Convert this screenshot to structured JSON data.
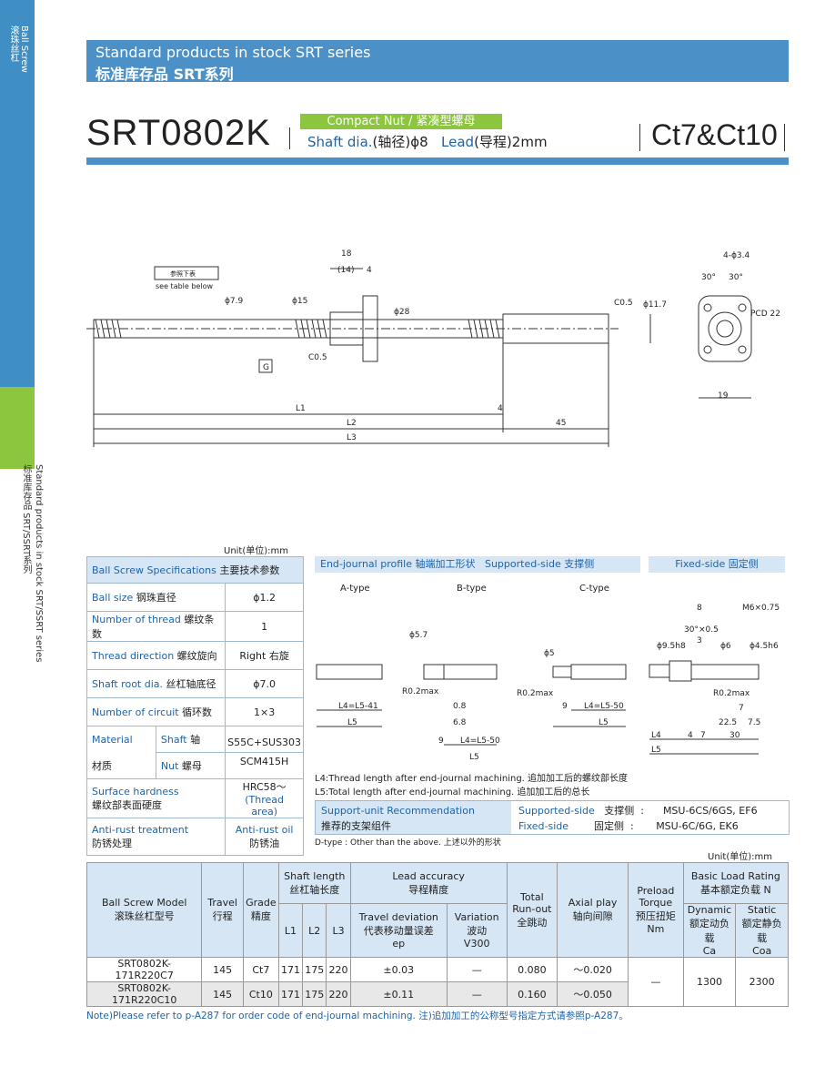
{
  "side": {
    "top_label_en": "Ball Screw",
    "top_label_zh": "滚珠丝杠",
    "mid_label_en": "Standard products in stock  SRT/SSRT series",
    "mid_label_zh": "标准库存品  SRT/SSRT系列"
  },
  "banner": {
    "title_en": "Standard products in stock SRT series",
    "title_zh": "标准库存品  SRT系列"
  },
  "header": {
    "model": "SRT0802K",
    "nut_type": "Compact Nut / 紧凑型螺母",
    "shaft_label": "Shaft dia.",
    "shaft_label_zh": "(轴径)",
    "shaft_value": "ϕ8",
    "lead_label": "Lead",
    "lead_label_zh": "(导程)",
    "lead_value": "2mm",
    "accuracy": "Ct7&Ct10"
  },
  "drawing": {
    "dims": [
      "18",
      "(14)",
      "4",
      "ϕ7.9",
      "ϕ15",
      "ϕ28",
      "C0.5",
      "C0.5",
      "ϕ11.7",
      "L1",
      "L2",
      "L3",
      "4",
      "45",
      "4-ϕ3.4",
      "30°",
      "30°",
      "PCD 22",
      "19"
    ],
    "note": "参照下表",
    "note_en": "see table below",
    "g": "G"
  },
  "spec_unit": "Unit(单位):mm",
  "specs": {
    "header_en": "Ball Screw Specifications",
    "header_zh": "主要技术参数",
    "rows": [
      {
        "en": "Ball size",
        "zh": "钢珠直径",
        "value": "ϕ1.2"
      },
      {
        "en": "Number of thread",
        "zh": "螺纹条数",
        "value": "1"
      },
      {
        "en": "Thread direction",
        "zh": "螺纹旋向",
        "value": "Right  右旋"
      },
      {
        "en": "Shaft root dia.",
        "zh": "丝杠轴底径",
        "value": "ϕ7.0"
      },
      {
        "en": "Number of circuit",
        "zh": "循环数",
        "value": "1×3"
      }
    ],
    "material": {
      "en": "Material",
      "zh": "材质",
      "shaft_en": "Shaft",
      "shaft_zh": "轴",
      "shaft_val": "S55C+SUS303",
      "nut_en": "Nut",
      "nut_zh": "螺母",
      "nut_val": "SCM415H"
    },
    "hardness": {
      "en": "Surface hardness",
      "zh": "螺纹部表面硬度",
      "val1": "HRC58～",
      "val2": "(Thread area)"
    },
    "antirust": {
      "en": "Anti-rust treatment",
      "zh": "防锈处理",
      "val_en": "Anti-rust oil",
      "val_zh": "防锈油"
    }
  },
  "journal": {
    "header": "End-journal profile  轴端加工形状",
    "supported": "Supported-side  支撑侧",
    "fixed": "Fixed-side  固定侧",
    "types": [
      "A-type",
      "B-type",
      "C-type"
    ],
    "a_labels": [
      "L4=L5-41",
      "L5"
    ],
    "b_labels": [
      "ϕ5.7",
      "R0.2max",
      "0.8",
      "6.8",
      "9",
      "L4=L5-50",
      "L5"
    ],
    "c_labels": [
      "ϕ5",
      "R0.2max",
      "9",
      "L4=L5-50",
      "L5"
    ],
    "f_labels": [
      "8",
      "M6×0.75",
      "30°×0.5",
      "3",
      "ϕ9.5h8",
      "ϕ6",
      "ϕ4.5h6",
      "R0.2max",
      "7",
      "22.5",
      "7.5",
      "4",
      "7",
      "30",
      "L4",
      "L5"
    ],
    "note1": "L4:Thread length after end-journal machining.  追加加工后的螺纹部长度",
    "note2": "L5:Total length after end-journal machining.  追加加工后的总长",
    "support_title_en": "Support-unit Recommendation",
    "support_title_zh": "推荐的支架组件",
    "support_rows": [
      {
        "en": "Supported-side",
        "zh": "支撑侧",
        "val": "MSU-6CS/6GS, EF6"
      },
      {
        "en": "Fixed-side",
        "zh": "固定侧",
        "val": "MSU-6C/6G, EK6"
      }
    ],
    "dtype": "D-type : Other than the above.  上述以外的形状"
  },
  "table_unit": "Unit(单位):mm",
  "table": {
    "h_model_en": "Ball Screw Model",
    "h_model_zh": "滚珠丝杠型号",
    "h_travel_en": "Travel",
    "h_travel_zh": "行程",
    "h_grade_en": "Grade",
    "h_grade_zh": "精度",
    "h_shaft_en": "Shaft length",
    "h_shaft_zh": "丝杠轴长度",
    "h_l1": "L1",
    "h_l2": "L2",
    "h_l3": "L3",
    "h_lead_en": "Lead accuracy",
    "h_lead_zh": "导程精度",
    "h_dev_en": "Travel deviation",
    "h_dev_zh": "代表移动量误差",
    "h_dev_sym": "ep",
    "h_var_en": "Variation",
    "h_var_zh": "波动",
    "h_var_sym": "V300",
    "h_runout_en": "Total Run-out",
    "h_runout_zh": "全跳动",
    "h_axial_en": "Axial play",
    "h_axial_zh": "轴向间隙",
    "h_preload_en": "Preload Torque",
    "h_preload_zh": "预压扭矩",
    "h_preload_unit": "Nm",
    "h_load_en": "Basic Load Rating",
    "h_load_zh": "基本额定负载  N",
    "h_dyn_en": "Dynamic",
    "h_dyn_zh": "额定动负载",
    "h_dyn_sym": "Ca",
    "h_sta_en": "Static",
    "h_sta_zh": "额定静负载",
    "h_sta_sym": "Coa",
    "rows": [
      {
        "model": "SRT0802K-171R220C7",
        "travel": "145",
        "grade": "Ct7",
        "l1": "171",
        "l2": "175",
        "l3": "220",
        "dev": "±0.03",
        "var": "—",
        "runout": "0.080",
        "axial": "～0.020"
      },
      {
        "model": "SRT0802K-171R220C10",
        "travel": "145",
        "grade": "Ct10",
        "l1": "171",
        "l2": "175",
        "l3": "220",
        "dev": "±0.11",
        "var": "—",
        "runout": "0.160",
        "axial": "～0.050"
      }
    ],
    "preload": "—",
    "dynamic": "1300",
    "static": "2300"
  },
  "footnote": "Note)Please refer to p-A287 for order code of end-journal machining.  注)追加加工的公称型号指定方式请参照p-A287。",
  "colors": {
    "brand_blue": "#4b90c6",
    "brand_green": "#8cc63f",
    "header_fill": "#d6e6f4"
  }
}
